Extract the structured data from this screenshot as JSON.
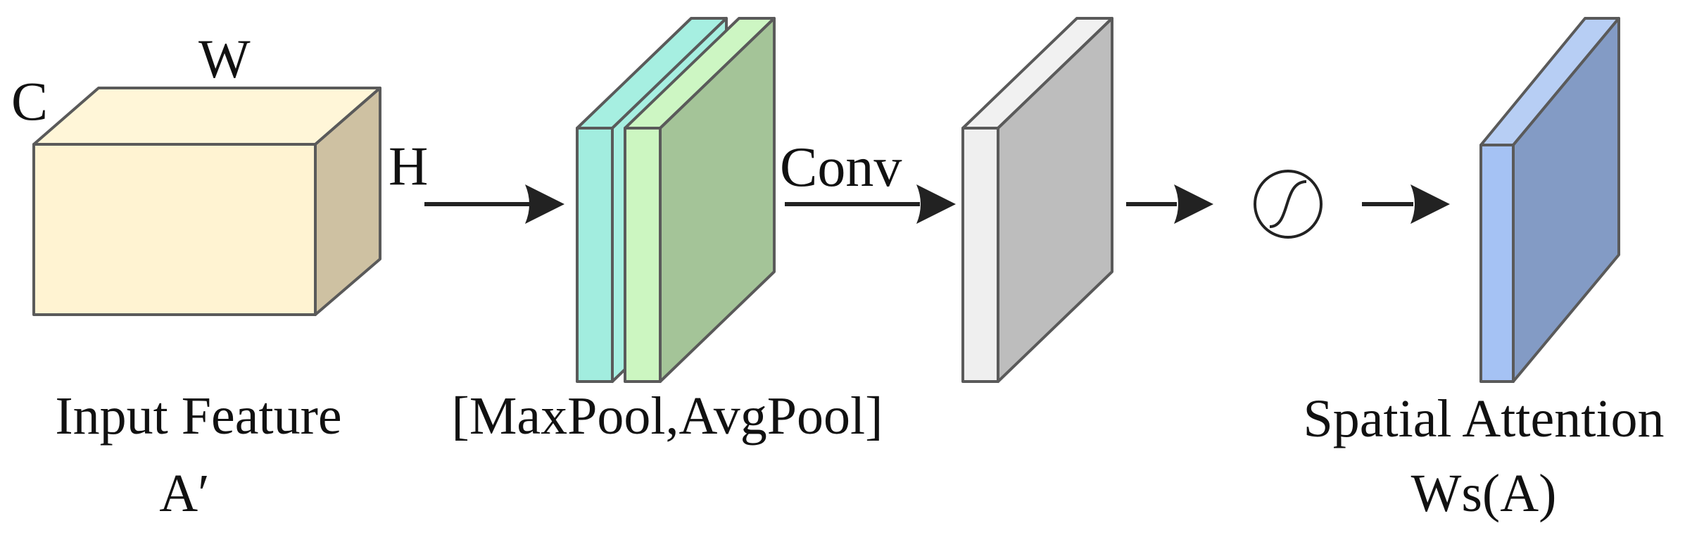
{
  "dimension_labels": {
    "channels": "C",
    "width": "W",
    "height": "H"
  },
  "stages": {
    "input": {
      "title": "Input Feature",
      "symbol": "A′"
    },
    "pooling": {
      "title": "[MaxPool,AvgPool]"
    },
    "conv": {
      "title": "Conv"
    },
    "output": {
      "title": "Spatial Attention",
      "symbol": "Ws(A)"
    }
  },
  "icons": {
    "activation": "sigmoid-icon",
    "arrow": "arrow-right-icon"
  },
  "colors": {
    "input_front": "#fff3d2",
    "input_top": "#fff6d8",
    "input_side": "#cec1a2",
    "maxpool_front": "#a2eddf",
    "maxpool_top": "#a6efe1",
    "avgpool_front": "#ccf6c1",
    "avgpool_top": "#cdf6c3",
    "avgpool_side": "#a4c498",
    "conv_front": "#efefef",
    "conv_top": "#f1f1f1",
    "conv_side": "#bdbdbd",
    "attention_front": "#a5c2f4",
    "attention_top": "#b7cef4",
    "attention_side": "#839bc5",
    "outline": "#5a5a5a",
    "arrow": "#222222"
  }
}
